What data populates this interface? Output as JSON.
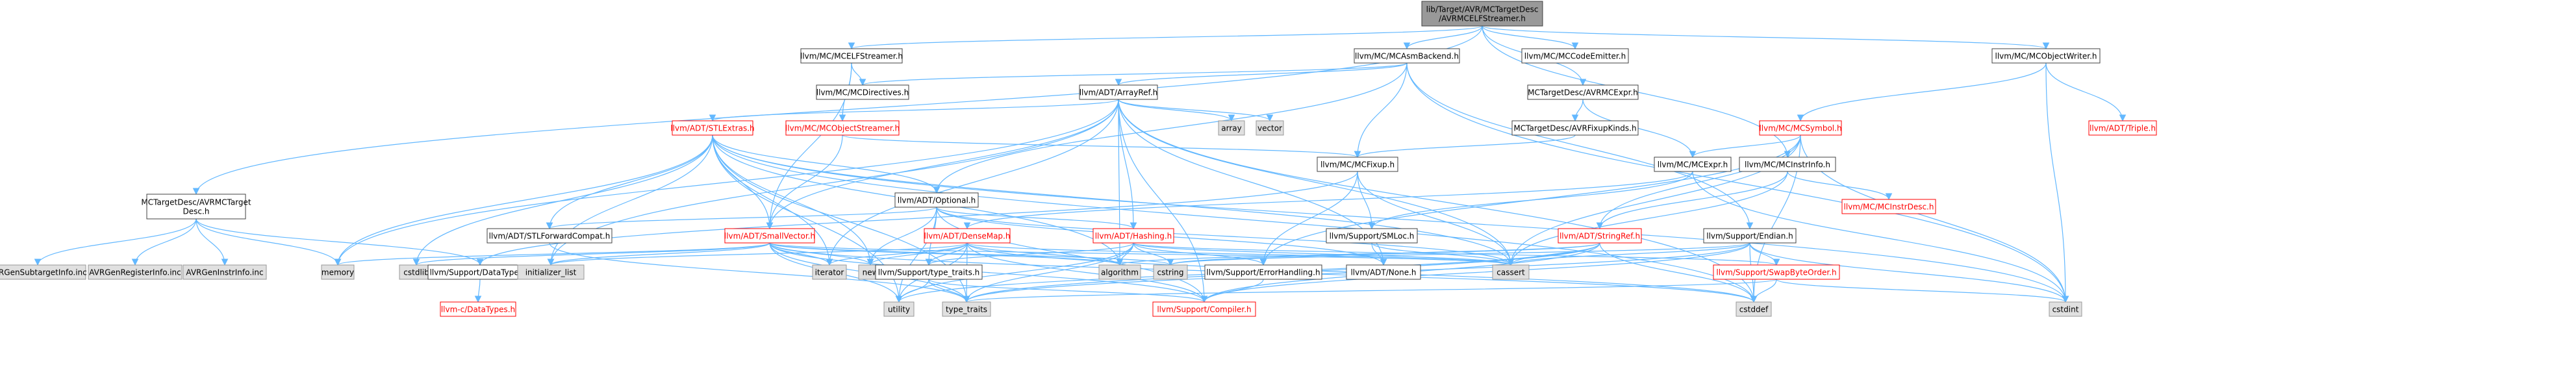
{
  "colors": {
    "root_fill": "#999999",
    "plain_fill": "#ffffff",
    "plain_stroke": "#404040",
    "red_stroke": "#ff0000",
    "red_text": "#ff0000",
    "sys_fill": "#e0e0e0",
    "sys_stroke": "#999999",
    "edge": "#63b8ff"
  },
  "nodes": [
    {
      "id": "root",
      "lines": [
        "lib/Target/AVR/MCTargetDesc",
        "/AVRMCELFStreamer.h"
      ],
      "style": "root"
    },
    {
      "id": "mcelfstreamer",
      "lines": [
        "llvm/MC/MCELFStreamer.h"
      ],
      "style": "plain"
    },
    {
      "id": "mcasmbackend",
      "lines": [
        "llvm/MC/MCAsmBackend.h"
      ],
      "style": "plain"
    },
    {
      "id": "mccodeemitter",
      "lines": [
        "llvm/MC/MCCodeEmitter.h"
      ],
      "style": "plain"
    },
    {
      "id": "mcobjectwriter",
      "lines": [
        "llvm/MC/MCObjectWriter.h"
      ],
      "style": "plain"
    },
    {
      "id": "mcdirectives",
      "lines": [
        "llvm/MC/MCDirectives.h"
      ],
      "style": "plain"
    },
    {
      "id": "arrayref",
      "lines": [
        "llvm/ADT/ArrayRef.h"
      ],
      "style": "plain"
    },
    {
      "id": "avrmcexpr",
      "lines": [
        "MCTargetDesc/AVRMCExpr.h"
      ],
      "style": "plain"
    },
    {
      "id": "mcsymbol",
      "lines": [
        "llvm/MC/MCSymbol.h"
      ],
      "style": "red"
    },
    {
      "id": "triple",
      "lines": [
        "llvm/ADT/Triple.h"
      ],
      "style": "red"
    },
    {
      "id": "stlextras",
      "lines": [
        "llvm/ADT/STLExtras.h"
      ],
      "style": "red"
    },
    {
      "id": "mcobjectstreamer",
      "lines": [
        "llvm/MC/MCObjectStreamer.h"
      ],
      "style": "red"
    },
    {
      "id": "array",
      "lines": [
        "array"
      ],
      "style": "sys"
    },
    {
      "id": "vector",
      "lines": [
        "vector"
      ],
      "style": "sys"
    },
    {
      "id": "avrfixupkinds",
      "lines": [
        "MCTargetDesc/AVRFixupKinds.h"
      ],
      "style": "plain"
    },
    {
      "id": "mcfixup",
      "lines": [
        "llvm/MC/MCFixup.h"
      ],
      "style": "plain"
    },
    {
      "id": "mcexpr",
      "lines": [
        "llvm/MC/MCExpr.h"
      ],
      "style": "plain"
    },
    {
      "id": "mcinstrinfo",
      "lines": [
        "llvm/MC/MCInstrInfo.h"
      ],
      "style": "plain"
    },
    {
      "id": "avrmctargetdesc",
      "lines": [
        "MCTargetDesc/AVRMCTarget",
        "Desc.h"
      ],
      "style": "plain"
    },
    {
      "id": "optional",
      "lines": [
        "llvm/ADT/Optional.h"
      ],
      "style": "plain"
    },
    {
      "id": "stlforwardcompat",
      "lines": [
        "llvm/ADT/STLForwardCompat.h"
      ],
      "style": "plain"
    },
    {
      "id": "smallvector",
      "lines": [
        "llvm/ADT/SmallVector.h"
      ],
      "style": "red"
    },
    {
      "id": "densemap",
      "lines": [
        "llvm/ADT/DenseMap.h"
      ],
      "style": "red"
    },
    {
      "id": "hashing",
      "lines": [
        "llvm/ADT/Hashing.h"
      ],
      "style": "red"
    },
    {
      "id": "smloc",
      "lines": [
        "llvm/Support/SMLoc.h"
      ],
      "style": "plain"
    },
    {
      "id": "stringref",
      "lines": [
        "llvm/ADT/StringRef.h"
      ],
      "style": "red"
    },
    {
      "id": "mcinstrdesc",
      "lines": [
        "llvm/MC/MCInstrDesc.h"
      ],
      "style": "red"
    },
    {
      "id": "endian",
      "lines": [
        "llvm/Support/Endian.h"
      ],
      "style": "plain"
    },
    {
      "id": "avrgensubtarget",
      "lines": [
        "AVRGenSubtargetInfo.inc"
      ],
      "style": "sys"
    },
    {
      "id": "avrgenregister",
      "lines": [
        "AVRGenRegisterInfo.inc"
      ],
      "style": "sys"
    },
    {
      "id": "avrgeninstr",
      "lines": [
        "AVRGenInstrInfo.inc"
      ],
      "style": "sys"
    },
    {
      "id": "memory",
      "lines": [
        "memory"
      ],
      "style": "sys"
    },
    {
      "id": "cstdlib",
      "lines": [
        "cstdlib"
      ],
      "style": "sys"
    },
    {
      "id": "datatypes",
      "lines": [
        "llvm/Support/DataTypes.h"
      ],
      "style": "plain"
    },
    {
      "id": "initlist",
      "lines": [
        "initializer_list"
      ],
      "style": "sys"
    },
    {
      "id": "iterator",
      "lines": [
        "iterator"
      ],
      "style": "sys"
    },
    {
      "id": "new",
      "lines": [
        "new"
      ],
      "style": "sys"
    },
    {
      "id": "typetraitsh",
      "lines": [
        "llvm/Support/type_traits.h"
      ],
      "style": "plain"
    },
    {
      "id": "algorithm",
      "lines": [
        "algorithm"
      ],
      "style": "sys"
    },
    {
      "id": "cstring",
      "lines": [
        "cstring"
      ],
      "style": "sys"
    },
    {
      "id": "errorhandling",
      "lines": [
        "llvm/Support/ErrorHandling.h"
      ],
      "style": "plain"
    },
    {
      "id": "adtnone",
      "lines": [
        "llvm/ADT/None.h"
      ],
      "style": "plain"
    },
    {
      "id": "cassert",
      "lines": [
        "cassert"
      ],
      "style": "sys"
    },
    {
      "id": "swapbyteorder",
      "lines": [
        "llvm/Support/SwapByteOrder.h"
      ],
      "style": "red"
    },
    {
      "id": "cstdint",
      "lines": [
        "cstdint"
      ],
      "style": "sys"
    },
    {
      "id": "cdatatypes",
      "lines": [
        "llvm-c/DataTypes.h"
      ],
      "style": "red"
    },
    {
      "id": "utility",
      "lines": [
        "utility"
      ],
      "style": "sys"
    },
    {
      "id": "type_traits",
      "lines": [
        "type_traits"
      ],
      "style": "sys"
    },
    {
      "id": "compiler",
      "lines": [
        "llvm/Support/Compiler.h"
      ],
      "style": "red"
    },
    {
      "id": "cstddef",
      "lines": [
        "cstddef"
      ],
      "style": "sys"
    }
  ],
  "edges": [
    [
      "root",
      "mcelfstreamer"
    ],
    [
      "root",
      "mcasmbackend"
    ],
    [
      "root",
      "mccodeemitter"
    ],
    [
      "root",
      "mcobjectwriter"
    ],
    [
      "root",
      "avrmcexpr"
    ],
    [
      "root",
      "avrmctargetdesc"
    ],
    [
      "root",
      "mcinstrinfo"
    ],
    [
      "mcelfstreamer",
      "mcdirectives"
    ],
    [
      "mcelfstreamer",
      "mcobjectstreamer"
    ],
    [
      "mcelfstreamer",
      "smallvector"
    ],
    [
      "mcasmbackend",
      "mcdirectives"
    ],
    [
      "mcasmbackend",
      "arrayref"
    ],
    [
      "mcasmbackend",
      "mcfixup"
    ],
    [
      "mcasmbackend",
      "optional"
    ],
    [
      "mcasmbackend",
      "endian"
    ],
    [
      "mcasmbackend",
      "cstdint"
    ],
    [
      "mcobjectwriter",
      "mcsymbol"
    ],
    [
      "mcobjectwriter",
      "triple"
    ],
    [
      "mcobjectwriter",
      "cstdint"
    ],
    [
      "arrayref",
      "stlextras"
    ],
    [
      "arrayref",
      "array"
    ],
    [
      "arrayref",
      "vector"
    ],
    [
      "arrayref",
      "hashing"
    ],
    [
      "arrayref",
      "smallvector"
    ],
    [
      "arrayref",
      "memory"
    ],
    [
      "arrayref",
      "initlist"
    ],
    [
      "arrayref",
      "iterator"
    ],
    [
      "arrayref",
      "algorithm"
    ],
    [
      "arrayref",
      "cassert"
    ],
    [
      "arrayref",
      "adtnone"
    ],
    [
      "arrayref",
      "compiler"
    ],
    [
      "arrayref",
      "cstddef"
    ],
    [
      "avrmcexpr",
      "avrfixupkinds"
    ],
    [
      "avrmcexpr",
      "mcexpr"
    ],
    [
      "avrfixupkinds",
      "mcfixup"
    ],
    [
      "mcsymbol",
      "mcexpr"
    ],
    [
      "mcsymbol",
      "stringref"
    ],
    [
      "mcsymbol",
      "cassert"
    ],
    [
      "mcsymbol",
      "cstddef"
    ],
    [
      "mcsymbol",
      "cstdint"
    ],
    [
      "mcsymbol",
      "errorhandling"
    ],
    [
      "stlextras",
      "optional"
    ],
    [
      "stlextras",
      "stlforwardcompat"
    ],
    [
      "stlextras",
      "smallvector"
    ],
    [
      "stlextras",
      "cstdlib"
    ],
    [
      "stlextras",
      "initlist"
    ],
    [
      "stlextras",
      "iterator"
    ],
    [
      "stlextras",
      "utility"
    ],
    [
      "stlextras",
      "type_traits"
    ],
    [
      "stlextras",
      "cassert"
    ],
    [
      "stlextras",
      "algorithm"
    ],
    [
      "stlextras",
      "memory"
    ],
    [
      "stlextras",
      "cstddef"
    ],
    [
      "stlextras",
      "cstdint"
    ],
    [
      "stlextras",
      "new"
    ],
    [
      "mcobjectstreamer",
      "smallvector"
    ],
    [
      "mcobjectstreamer",
      "mcfixup"
    ],
    [
      "mcfixup",
      "smloc"
    ],
    [
      "mcfixup",
      "datatypes"
    ],
    [
      "mcfixup",
      "errorhandling"
    ],
    [
      "mcfixup",
      "cassert"
    ],
    [
      "mcexpr",
      "smloc"
    ],
    [
      "mcexpr",
      "densemap"
    ],
    [
      "mcexpr",
      "cstdint"
    ],
    [
      "mcinstrinfo",
      "mcinstrdesc"
    ],
    [
      "mcinstrinfo",
      "stringref"
    ],
    [
      "mcinstrinfo",
      "cassert"
    ],
    [
      "avrmctargetdesc",
      "avrgensubtarget"
    ],
    [
      "avrmctargetdesc",
      "avrgenregister"
    ],
    [
      "avrmctargetdesc",
      "avrgeninstr"
    ],
    [
      "avrmctargetdesc",
      "datatypes"
    ],
    [
      "avrmctargetdesc",
      "memory"
    ],
    [
      "optional",
      "hashing"
    ],
    [
      "optional",
      "stlforwardcompat"
    ],
    [
      "optional",
      "typetraitsh"
    ],
    [
      "optional",
      "cassert"
    ],
    [
      "optional",
      "new"
    ],
    [
      "optional",
      "utility"
    ],
    [
      "optional",
      "adtnone"
    ],
    [
      "optional",
      "compiler"
    ],
    [
      "stlforwardcompat",
      "type_traits"
    ],
    [
      "smallvector",
      "compiler"
    ],
    [
      "smallvector",
      "type_traits"
    ],
    [
      "smallvector",
      "algorithm"
    ],
    [
      "smallvector",
      "cassert"
    ],
    [
      "smallvector",
      "cstddef"
    ],
    [
      "smallvector",
      "cstdlib"
    ],
    [
      "smallvector",
      "cstring"
    ],
    [
      "smallvector",
      "initlist"
    ],
    [
      "smallvector",
      "iterator"
    ],
    [
      "smallvector",
      "memory"
    ],
    [
      "smallvector",
      "new"
    ],
    [
      "smallvector",
      "utility"
    ],
    [
      "densemap",
      "typetraitsh"
    ],
    [
      "densemap",
      "algorithm"
    ],
    [
      "densemap",
      "cassert"
    ],
    [
      "densemap",
      "cstddef"
    ],
    [
      "densemap",
      "initlist"
    ],
    [
      "densemap",
      "iterator"
    ],
    [
      "densemap",
      "new"
    ],
    [
      "densemap",
      "type_traits"
    ],
    [
      "densemap",
      "utility"
    ],
    [
      "densemap",
      "compiler"
    ],
    [
      "hashing",
      "errorhandling"
    ],
    [
      "hashing",
      "swapbyteorder"
    ],
    [
      "hashing",
      "typetraitsh"
    ],
    [
      "hashing",
      "algorithm"
    ],
    [
      "hashing",
      "cassert"
    ],
    [
      "hashing",
      "cstring"
    ],
    [
      "hashing",
      "type_traits"
    ],
    [
      "hashing",
      "utility"
    ],
    [
      "smloc",
      "adtnone"
    ],
    [
      "smloc",
      "cassert"
    ],
    [
      "stringref",
      "compiler"
    ],
    [
      "stringref",
      "algorithm"
    ],
    [
      "stringref",
      "cassert"
    ],
    [
      "stringref",
      "cstddef"
    ],
    [
      "stringref",
      "cstring"
    ],
    [
      "stringref",
      "type_traits"
    ],
    [
      "stringref",
      "utility"
    ],
    [
      "endian",
      "compiler"
    ],
    [
      "endian",
      "swapbyteorder"
    ],
    [
      "endian",
      "cassert"
    ],
    [
      "endian",
      "cstddef"
    ],
    [
      "endian",
      "cstdint"
    ],
    [
      "endian",
      "cstring"
    ],
    [
      "endian",
      "type_traits"
    ],
    [
      "datatypes",
      "cdatatypes"
    ],
    [
      "typetraitsh",
      "compiler"
    ],
    [
      "typetraitsh",
      "type_traits"
    ],
    [
      "typetraitsh",
      "utility"
    ],
    [
      "errorhandling",
      "compiler"
    ],
    [
      "swapbyteorder",
      "cstddef"
    ],
    [
      "swapbyteorder",
      "cstdint"
    ],
    [
      "swapbyteorder",
      "type_traits"
    ]
  ]
}
